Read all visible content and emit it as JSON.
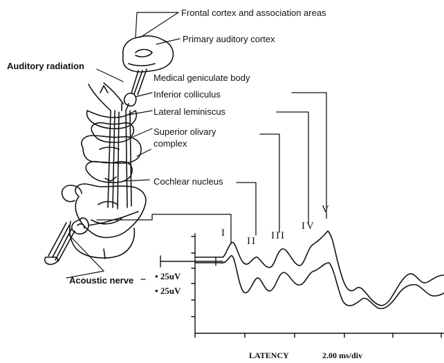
{
  "structures": {
    "frontal": "Frontal cortex and association areas",
    "primary": "Primary auditory cortex",
    "radiation": "Auditory radiation",
    "geniculate": "Medical geniculate body",
    "colliculus": "Inferior colliculus",
    "lemniscus": "Lateral leminiscus",
    "olivary_1": "Superior olivary",
    "olivary_2": "complex",
    "cochlear": "Cochlear nucleus",
    "nerve": "Acoustic nerve"
  },
  "waves": {
    "peaks": [
      "I",
      "II",
      "III",
      "IV",
      "V"
    ],
    "amp_top": "25uV",
    "amp_bottom": "25uV",
    "xlabel": "LATENCY",
    "scale": "2.00 ms/div"
  }
}
